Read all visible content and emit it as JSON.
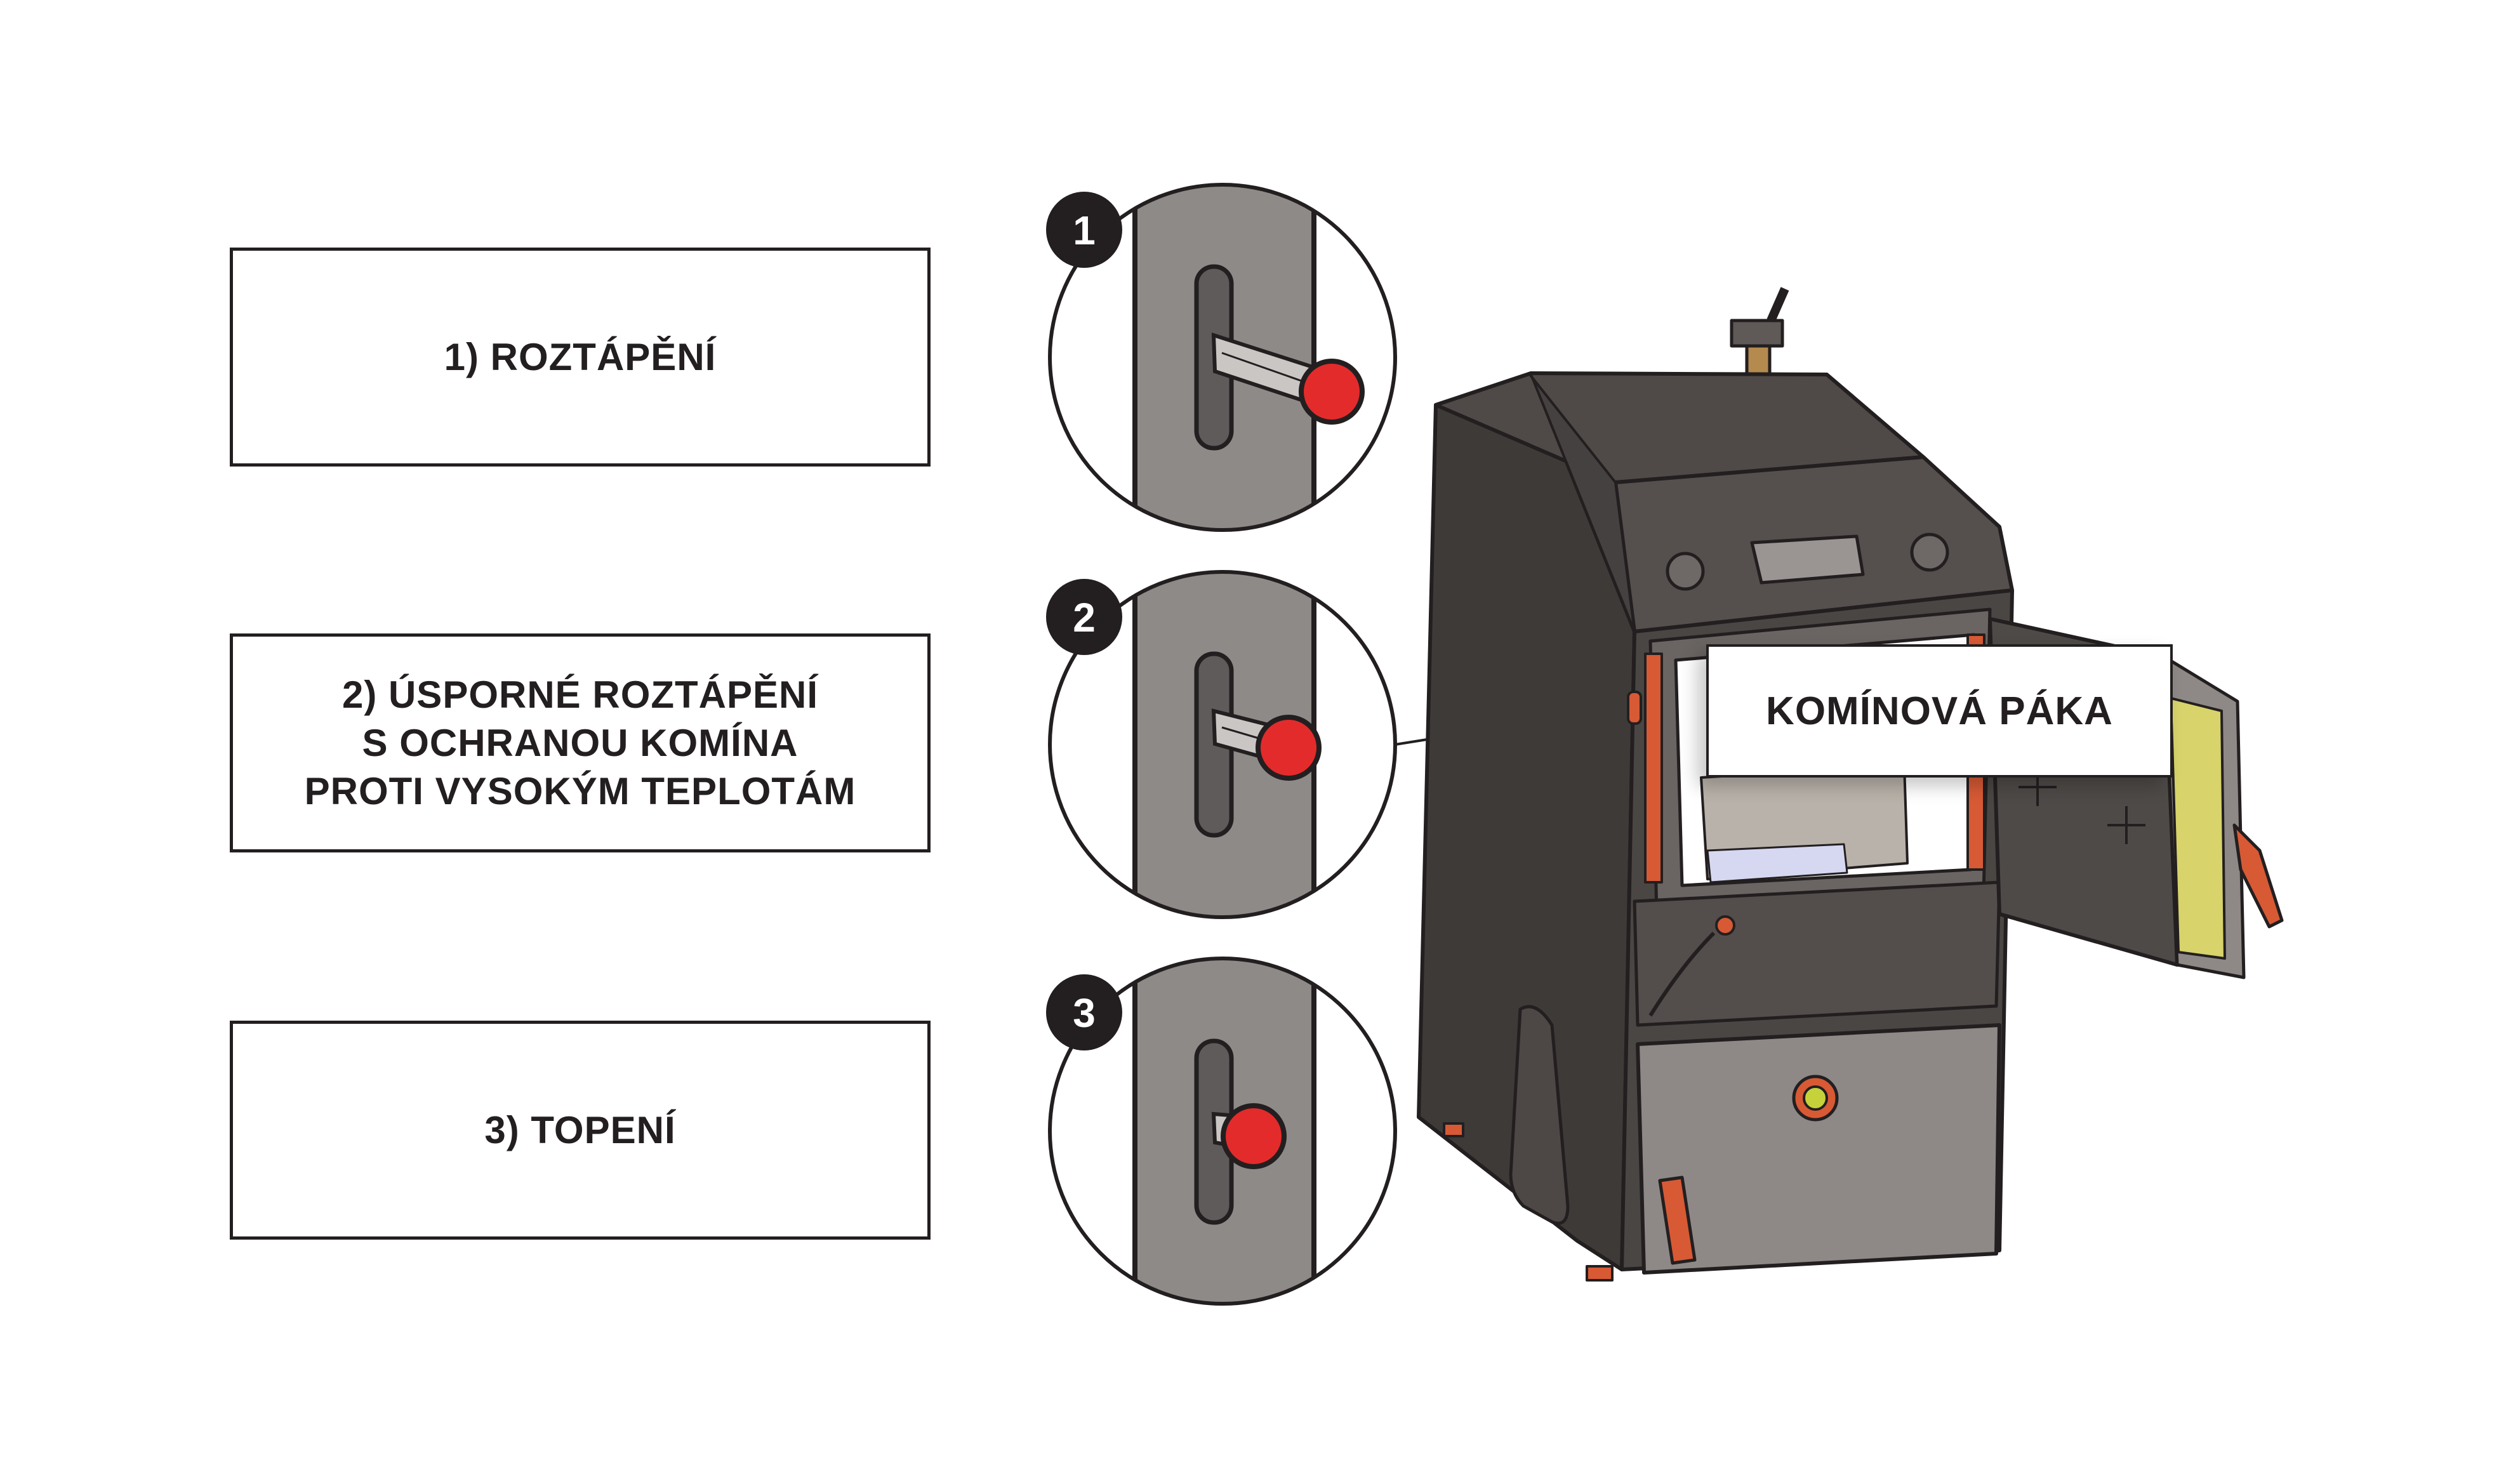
{
  "modes": [
    {
      "number": "1",
      "lines": [
        "1) ROZTÁPĚNÍ"
      ],
      "lever_position": "top"
    },
    {
      "number": "2",
      "lines": [
        "2) ÚSPORNÉ ROZTÁPĚNÍ",
        "S OCHRANOU KOMÍNA",
        "PROTI VYSOKÝM TEPLOTÁM"
      ],
      "lever_position": "middle"
    },
    {
      "number": "3",
      "lines": [
        "3) TOPENÍ"
      ],
      "lever_position": "bottom"
    }
  ],
  "callout": {
    "label": "KOMÍNOVÁ PÁKA"
  },
  "colors": {
    "lever_knob": "#e42b2b",
    "boiler_body": "#4a4644",
    "door_panel": "#8e8986",
    "hinge_accent": "#d75a35",
    "outline": "#231f20",
    "insulation": "#d8d36a"
  }
}
